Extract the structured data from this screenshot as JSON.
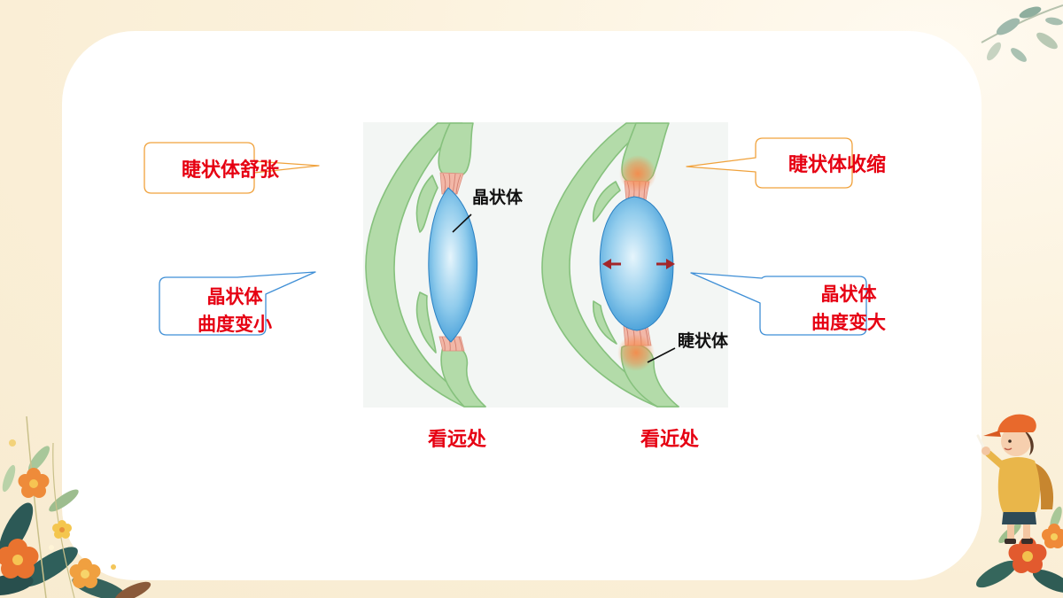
{
  "diagram": {
    "far_view": {
      "caption": "看远处",
      "ciliary_callout": "睫状体舒张",
      "lens_callout": {
        "line1": "晶状体",
        "line2": "曲度变小"
      },
      "lens_label": "晶状体"
    },
    "near_view": {
      "caption": "看近处",
      "ciliary_callout": "睫状体收缩",
      "lens_callout": {
        "line1": "晶状体",
        "line2": "曲度变大"
      },
      "ciliary_label": "睫状体"
    }
  },
  "colors": {
    "background": "#fbf1db",
    "panel": "#ffffff",
    "label_red": "#e60012",
    "label_black": "#111111",
    "callout_orange": "#f0a23c",
    "callout_blue": "#3f8fd6",
    "eye_green": "#b3dba9",
    "eye_green_edge": "#86c17d",
    "zonule_pink": "#f2b7a7",
    "lens_blue": "#3a97d5",
    "arrow_red": "#a3262a",
    "glow_orange": "#f58a4b"
  }
}
